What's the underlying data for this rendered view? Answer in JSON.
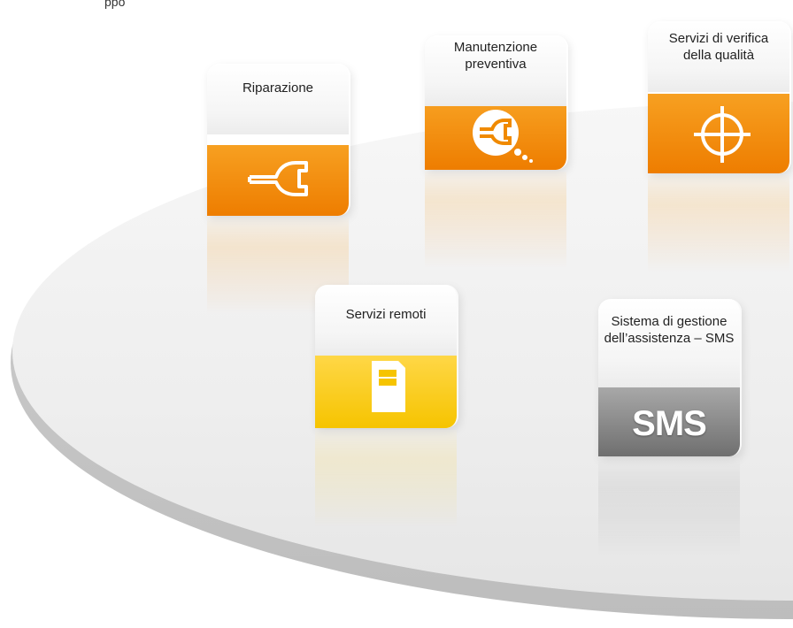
{
  "header": {
    "text": "ppo"
  },
  "colors": {
    "orange": "#f08a00",
    "orange_light": "#f7b733",
    "yellow": "#f9cb00",
    "yellow_light": "#ffe25a",
    "gray": "#7f7f7f",
    "gray_light": "#b8b8b8",
    "platform": "#eeeeee"
  },
  "tiles": [
    {
      "label": "Riparazione",
      "icon": "wrench-icon",
      "color": "orange"
    },
    {
      "label": "Manutenzione preventiva",
      "icon": "maintenance-bubble-icon",
      "color": "orange"
    },
    {
      "label": "Servizi di verifica della qualità",
      "icon": "crosshair-icon",
      "color": "orange"
    },
    {
      "label": "Servizi remoti",
      "icon": "sim-card-icon",
      "color": "yellow"
    },
    {
      "label": "Sistema di gestione dell’assistenza – SMS",
      "icon": "sms-icon",
      "color": "gray",
      "icon_text": "SMS"
    }
  ]
}
